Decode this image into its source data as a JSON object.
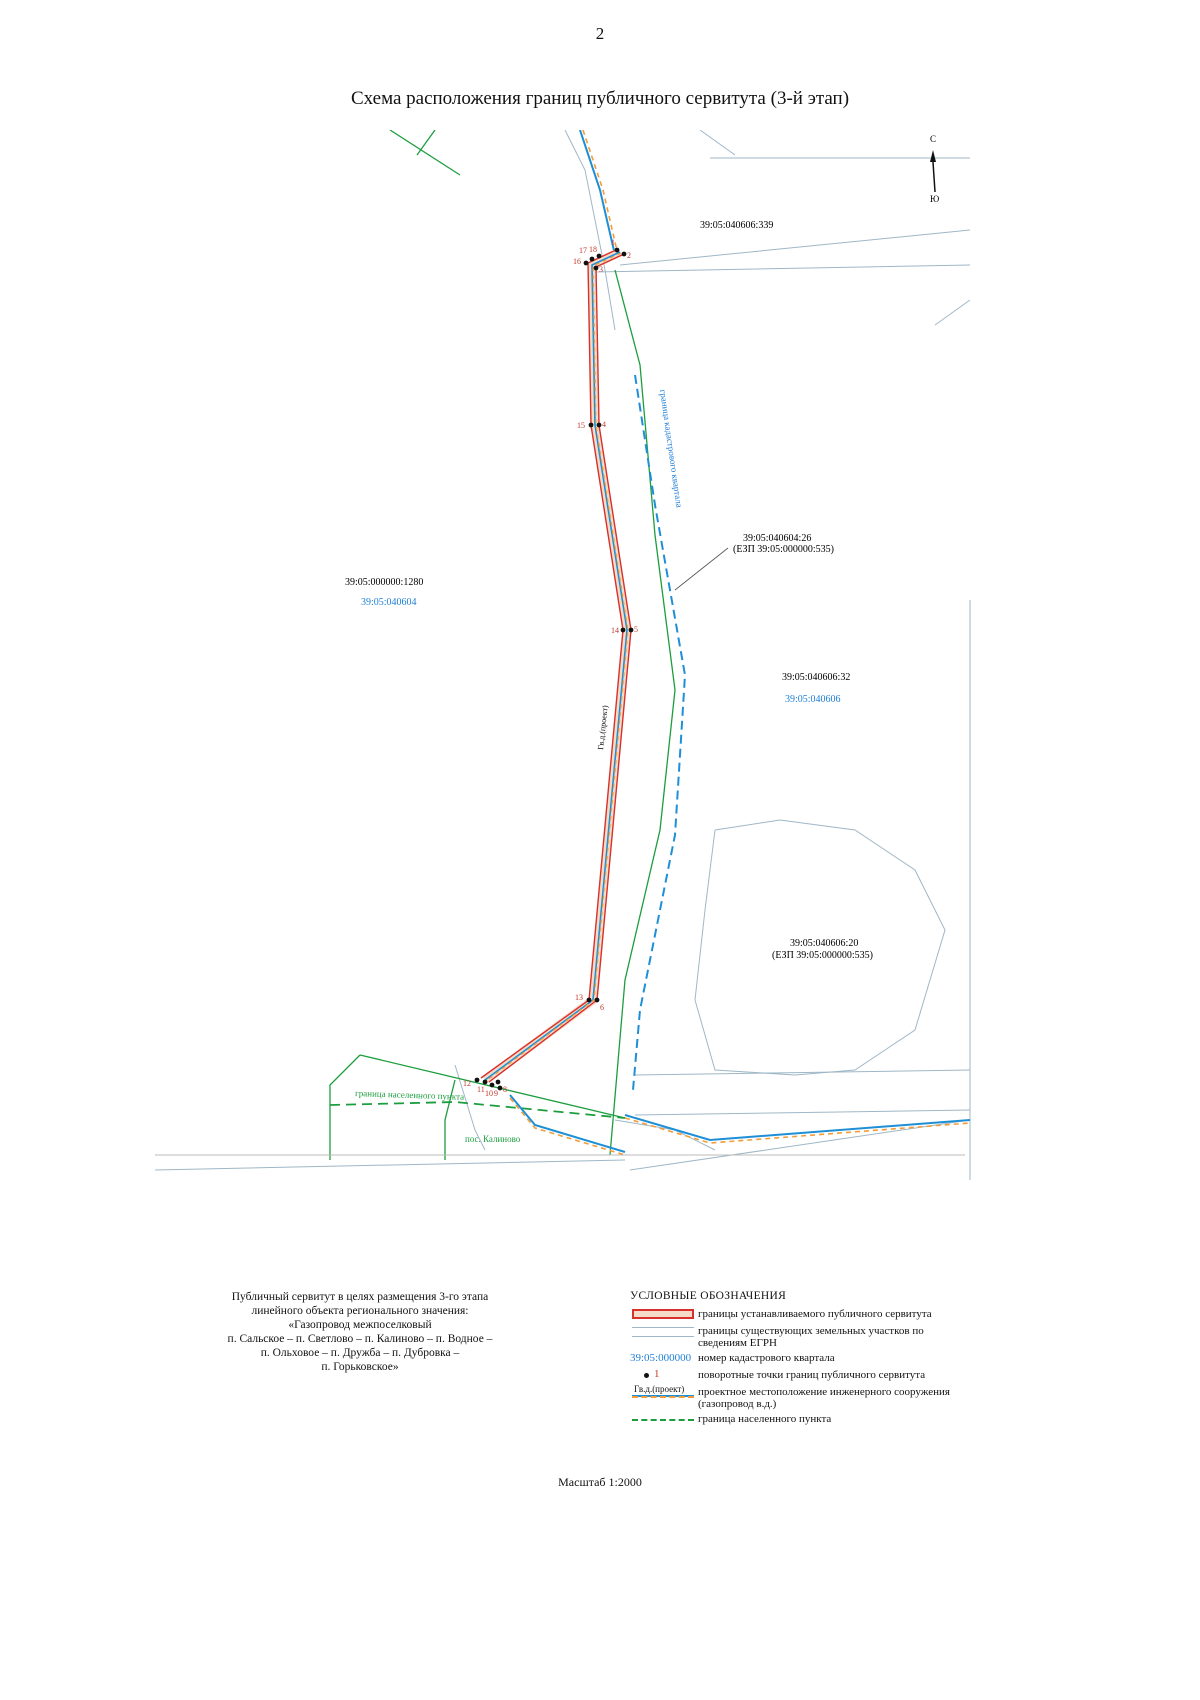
{
  "page_number": "2",
  "title": "Схема расположения границ публичного сервитута (3-й этап)",
  "compass": {
    "north": "С",
    "south": "Ю"
  },
  "map_labels": {
    "parcel_339": "39:05:040606:339",
    "parcel_1280": "39:05:000000:1280",
    "quarter_040604": "39:05:040604",
    "parcel_26": "39:05:040604:26",
    "parcel_26_ezp": "(ЕЗП 39:05:000000:535)",
    "parcel_32": "39:05:040606:32",
    "quarter_040606": "39:05:040606",
    "parcel_20": "39:05:040606:20",
    "parcel_20_ezp": "(ЕЗП 39:05:000000:535)",
    "quarter_boundary": "граница кадастрового квартала",
    "gas_label": "Гв.д.(проект)",
    "settlement_boundary": "граница населенного пункта",
    "settlement_name": "пос. Калиново"
  },
  "turn_points": [
    {
      "id": "16",
      "label": "16"
    },
    {
      "id": "17",
      "label": "17"
    },
    {
      "id": "18",
      "label": "18"
    },
    {
      "id": "1",
      "label": "1"
    },
    {
      "id": "2",
      "label": "2"
    },
    {
      "id": "3",
      "label": "3"
    },
    {
      "id": "15",
      "label": "15"
    },
    {
      "id": "4",
      "label": "4"
    },
    {
      "id": "14",
      "label": "14"
    },
    {
      "id": "5",
      "label": "5"
    },
    {
      "id": "13",
      "label": "13"
    },
    {
      "id": "6",
      "label": "6"
    },
    {
      "id": "12",
      "label": "12"
    },
    {
      "id": "11",
      "label": "11"
    },
    {
      "id": "10",
      "label": "10"
    },
    {
      "id": "9",
      "label": "9"
    },
    {
      "id": "8",
      "label": "8"
    }
  ],
  "purpose_lines": [
    "Публичный сервитут в целях размещения 3-го этапа",
    "линейного объекта регионального значения:",
    "«Газопровод межпоселковый",
    "п. Сальское – п. Светлово – п. Калиново – п. Водное –",
    "п. Ольховое – п. Дружба – п. Дубровка –",
    "п. Горьковское»"
  ],
  "legend": {
    "title": "УСЛОВНЫЕ ОБОЗНАЧЕНИЯ",
    "servitude": "границы устанавливаемого публичного сервитута",
    "parcels": "границы существующих земельных участков по сведениям ЕГРН",
    "quarter_code": "39:05:000000",
    "quarter_number": "номер кадастрового квартала",
    "point_num": "1",
    "turn_points": "поворотные точки границ публичного сервитута",
    "gas_label": "Гв.д.(проект)",
    "gas_location": "проектное местоположение инженерного сооружения (газопровод в.д.)",
    "settlement": "граница населенного пункта"
  },
  "scale": "Масштаб 1:2000",
  "colors": {
    "servitude_red": "#d9302c",
    "servitude_fill": "#f5dcc8",
    "gas_blue": "#1e8fd6",
    "gas_orange": "#f39c38",
    "quarter_blue": "#1e7fd6",
    "parcel_line": "#9fb7c6",
    "green": "#1b9e3e"
  }
}
